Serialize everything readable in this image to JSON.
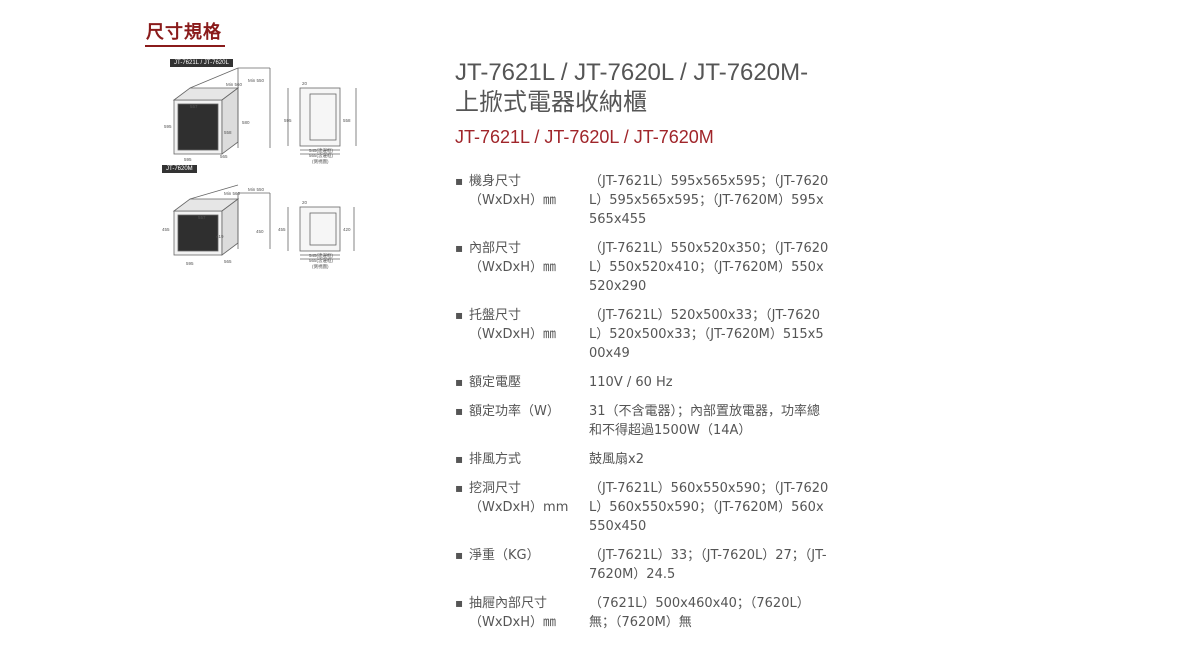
{
  "section": {
    "title": "尺寸規格"
  },
  "diagrams": [
    {
      "tag": "JT-7621L / JT-7620L",
      "labels": {
        "w": "595",
        "d": "565",
        "h": "595",
        "inner_w": "557",
        "inner_h": "558",
        "right_h": "580",
        "min_top": "Min 560",
        "min_right": "Min 550",
        "side_h1": "595",
        "side_h2": "558",
        "side_w1": "545(連邊框)",
        "side_w2": "565(含邊框)",
        "side_note": "(側視圖)",
        "side_top": "20"
      }
    },
    {
      "tag": "JT-7620M",
      "labels": {
        "w": "595",
        "d": "565",
        "h": "455",
        "inner_w": "557",
        "inner_h": "419",
        "right_h": "450",
        "min_top": "Min 560",
        "min_right": "Min 550",
        "side_h1": "455",
        "side_h2": "420",
        "side_w1": "545(連邊框)",
        "side_w2": "565(含邊框)",
        "side_note": "(側視圖)",
        "side_top": "20"
      }
    }
  ],
  "product": {
    "title_line1": "JT-7621L / JT-7620L / JT-7620M-",
    "title_line2": "上掀式電器收納櫃",
    "subtitle": "JT-7621L / JT-7620L / JT-7620M"
  },
  "specs": [
    {
      "label1": "機身尺寸",
      "label2": "（WxDxH）㎜",
      "value": "（JT-7621L）595x565x595；（JT-7620L）595x565x595；（JT-7620M）595x565x455"
    },
    {
      "label1": "內部尺寸",
      "label2": "（WxDxH）㎜",
      "value": "（JT-7621L）550x520x350；（JT-7620L）550x520x410；（JT-7620M）550x520x290"
    },
    {
      "label1": "托盤尺寸",
      "label2": "（WxDxH）㎜",
      "value": "（JT-7621L）520x500x33；（JT-7620L）520x500x33；（JT-7620M）515x500x49"
    },
    {
      "label1": "額定電壓",
      "label2": "",
      "value": "110V / 60 Hz"
    },
    {
      "label1": "額定功率（W）",
      "label2": "",
      "value": "31（不含電器）；內部置放電器，功率總和不得超過1500W（14A）"
    },
    {
      "label1": "排風方式",
      "label2": "",
      "value": "鼓風扇x2"
    },
    {
      "label1": "挖洞尺寸",
      "label2": "（WxDxH）mm",
      "value": "（JT-7621L）560x550x590；（JT-7620L）560x550x590；（JT-7620M）560x550x450"
    },
    {
      "label1": "淨重（KG）",
      "label2": "",
      "value": "（JT-7621L）33；（JT-7620L）27；（JT-7620M）24.5"
    },
    {
      "label1": "抽屜內部尺寸",
      "label2": "（WxDxH）㎜",
      "value": "（7621L）500x460x40；（7620L）無；（7620M）無"
    }
  ]
}
